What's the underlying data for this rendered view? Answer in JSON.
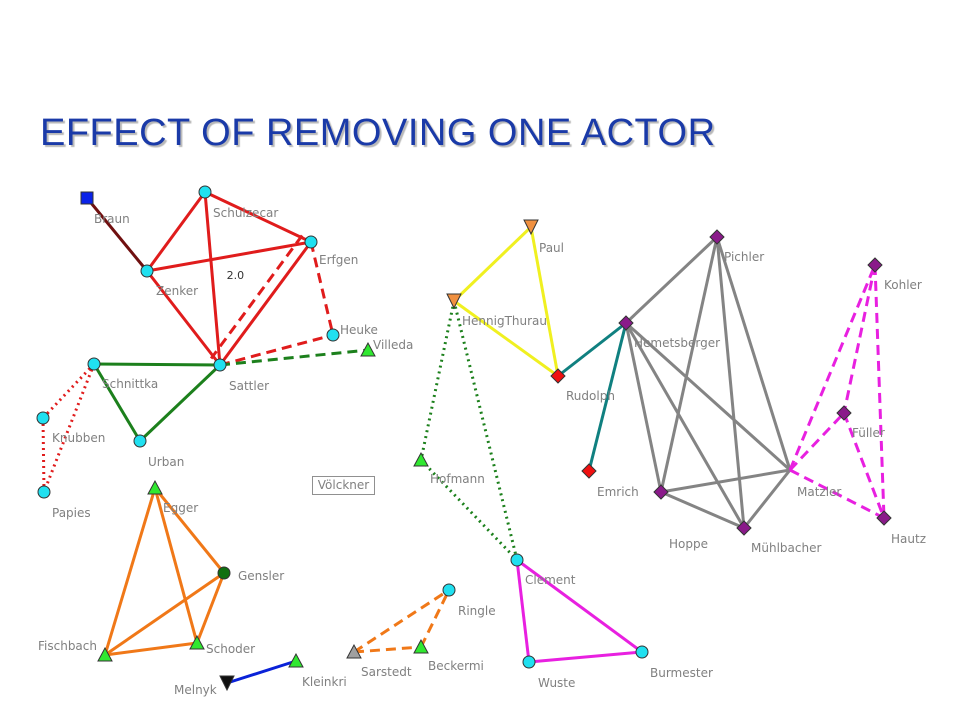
{
  "title": "EFFECT OF REMOVING ONE ACTOR",
  "isolate": "Völckner",
  "colors": {
    "title": "#1a3aa8",
    "red": "#e01c1c",
    "green": "#1c801c",
    "orange": "#f07818",
    "yellow": "#f0f020",
    "teal": "#108080",
    "gray": "#848484",
    "magenta": "#e820e0",
    "blue": "#0a22d8",
    "darkred": "#701010",
    "node_cyan": "#20e0f0",
    "node_green": "#30e830",
    "node_purple": "#8a1a8a",
    "node_red": "#f01010",
    "node_orange": "#f09040",
    "node_blue": "#0a22e8",
    "node_darkgreen": "#107010",
    "node_gray": "#a0a0a0",
    "node_black": "#101010"
  },
  "nodes": [
    {
      "id": "Braun",
      "label": "Braun",
      "shape": "square",
      "color": "node_blue"
    },
    {
      "id": "Schulzecar",
      "label": "Schulzecar",
      "shape": "circle",
      "color": "node_cyan"
    },
    {
      "id": "Erfgen",
      "label": "Erfgen",
      "shape": "circle",
      "color": "node_cyan"
    },
    {
      "id": "Zenker",
      "label": "Zenker",
      "shape": "circle",
      "color": "node_cyan"
    },
    {
      "id": "Heuke",
      "label": "Heuke",
      "shape": "circle",
      "color": "node_cyan"
    },
    {
      "id": "Villeda",
      "label": "Villeda",
      "shape": "triangle",
      "color": "node_green"
    },
    {
      "id": "Schnittka",
      "label": "Schnittka",
      "shape": "circle",
      "color": "node_cyan"
    },
    {
      "id": "Sattler",
      "label": "Sattler",
      "shape": "circle",
      "color": "node_cyan"
    },
    {
      "id": "Knubben",
      "label": "Knubben",
      "shape": "circle",
      "color": "node_cyan"
    },
    {
      "id": "Urban",
      "label": "Urban",
      "shape": "circle",
      "color": "node_cyan"
    },
    {
      "id": "Papies",
      "label": "Papies",
      "shape": "circle",
      "color": "node_cyan"
    },
    {
      "id": "Egger",
      "label": "Egger",
      "shape": "triangle",
      "color": "node_green"
    },
    {
      "id": "Gensler",
      "label": "Gensler",
      "shape": "circle",
      "color": "node_darkgreen"
    },
    {
      "id": "Fischbach",
      "label": "Fischbach",
      "shape": "triangle",
      "color": "node_green"
    },
    {
      "id": "Schoder",
      "label": "Schoder",
      "shape": "triangle",
      "color": "node_green"
    },
    {
      "id": "Melnyk",
      "label": "Melnyk",
      "shape": "triangle-down",
      "color": "node_black"
    },
    {
      "id": "Kleinkri",
      "label": "Kleinkri",
      "shape": "triangle",
      "color": "node_green"
    },
    {
      "id": "Paul",
      "label": "Paul",
      "shape": "triangle-down",
      "color": "node_orange"
    },
    {
      "id": "HennigThurau",
      "label": "HennigThurau",
      "shape": "triangle-down",
      "color": "node_orange"
    },
    {
      "id": "Rudolph",
      "label": "Rudolph",
      "shape": "diamond",
      "color": "node_red"
    },
    {
      "id": "Emrich",
      "label": "Emrich",
      "shape": "diamond",
      "color": "node_red"
    },
    {
      "id": "Hofmann",
      "label": "Hofmann",
      "shape": "triangle",
      "color": "node_green"
    },
    {
      "id": "Clement",
      "label": "Clement",
      "shape": "circle",
      "color": "node_cyan"
    },
    {
      "id": "Wuste",
      "label": "Wuste",
      "shape": "circle",
      "color": "node_cyan"
    },
    {
      "id": "Burmester",
      "label": "Burmester",
      "shape": "circle",
      "color": "node_cyan"
    },
    {
      "id": "Ringle",
      "label": "Ringle",
      "shape": "circle",
      "color": "node_cyan"
    },
    {
      "id": "Beckermi",
      "label": "Beckermi",
      "shape": "triangle",
      "color": "node_green"
    },
    {
      "id": "Sarstedt",
      "label": "Sarstedt",
      "shape": "triangle",
      "color": "node_gray"
    },
    {
      "id": "Pichler",
      "label": "Pichler",
      "shape": "diamond",
      "color": "node_purple"
    },
    {
      "id": "Hemetsberger",
      "label": "Hemetsberger",
      "shape": "diamond",
      "color": "node_purple"
    },
    {
      "id": "Hoppe",
      "label": "Hoppe",
      "shape": "diamond",
      "color": "node_purple"
    },
    {
      "id": "Muehlbacher",
      "label": "Mühlbacher",
      "shape": "diamond",
      "color": "node_purple"
    },
    {
      "id": "Matzler",
      "label": "Matzler",
      "shape": "none",
      "color": "node_purple"
    },
    {
      "id": "Kohler",
      "label": "Kohler",
      "shape": "diamond",
      "color": "node_purple"
    },
    {
      "id": "Fueller",
      "label": "Füller",
      "shape": "diamond",
      "color": "node_purple"
    },
    {
      "id": "Hautz",
      "label": "Hautz",
      "shape": "diamond",
      "color": "node_purple"
    }
  ],
  "edges": [
    {
      "from": "Braun",
      "to": "Zenker",
      "color": "darkred",
      "style": "solid"
    },
    {
      "from": "Zenker",
      "to": "Schulzecar",
      "color": "red",
      "style": "solid"
    },
    {
      "from": "Zenker",
      "to": "Erfgen",
      "color": "red",
      "style": "solid"
    },
    {
      "from": "Zenker",
      "to": "Sattler",
      "color": "red",
      "style": "solid"
    },
    {
      "from": "Schulzecar",
      "to": "Erfgen",
      "color": "red",
      "style": "solid"
    },
    {
      "from": "Schulzecar",
      "to": "Sattler",
      "color": "red",
      "style": "solid"
    },
    {
      "from": "Erfgen",
      "to": "Sattler",
      "color": "red",
      "style": "solid"
    },
    {
      "from": "Erfgen",
      "to": "Sattler",
      "color": "red",
      "style": "dashed",
      "offset": 11,
      "weight_label": "2.0"
    },
    {
      "from": "Erfgen",
      "to": "Heuke",
      "color": "red",
      "style": "dashed"
    },
    {
      "from": "Sattler",
      "to": "Heuke",
      "color": "red",
      "style": "dashed"
    },
    {
      "from": "Sattler",
      "to": "Villeda",
      "color": "green",
      "style": "dashed"
    },
    {
      "from": "Schnittka",
      "to": "Sattler",
      "color": "green",
      "style": "solid"
    },
    {
      "from": "Schnittka",
      "to": "Urban",
      "color": "green",
      "style": "solid"
    },
    {
      "from": "Urban",
      "to": "Sattler",
      "color": "green",
      "style": "solid"
    },
    {
      "from": "Schnittka",
      "to": "Knubben",
      "color": "red",
      "style": "dotted"
    },
    {
      "from": "Schnittka",
      "to": "Papies",
      "color": "red",
      "style": "dotted"
    },
    {
      "from": "Knubben",
      "to": "Papies",
      "color": "red",
      "style": "dotted"
    },
    {
      "from": "Egger",
      "to": "Gensler",
      "color": "orange",
      "style": "solid"
    },
    {
      "from": "Egger",
      "to": "Fischbach",
      "color": "orange",
      "style": "solid"
    },
    {
      "from": "Egger",
      "to": "Schoder",
      "color": "orange",
      "style": "solid"
    },
    {
      "from": "Gensler",
      "to": "Fischbach",
      "color": "orange",
      "style": "solid"
    },
    {
      "from": "Gensler",
      "to": "Schoder",
      "color": "orange",
      "style": "solid"
    },
    {
      "from": "Fischbach",
      "to": "Schoder",
      "color": "orange",
      "style": "solid"
    },
    {
      "from": "Melnyk",
      "to": "Kleinkri",
      "color": "blue",
      "style": "solid"
    },
    {
      "from": "HennigThurau",
      "to": "Paul",
      "color": "yellow",
      "style": "solid"
    },
    {
      "from": "Paul",
      "to": "Rudolph",
      "color": "yellow",
      "style": "solid"
    },
    {
      "from": "HennigThurau",
      "to": "Rudolph",
      "color": "yellow",
      "style": "solid"
    },
    {
      "from": "Rudolph",
      "to": "Hemetsberger",
      "color": "teal",
      "style": "solid"
    },
    {
      "from": "Hemetsberger",
      "to": "Emrich",
      "color": "teal",
      "style": "solid"
    },
    {
      "from": "HennigThurau",
      "to": "Hofmann",
      "color": "green",
      "style": "dotted"
    },
    {
      "from": "HennigThurau",
      "to": "Clement",
      "color": "green",
      "style": "dotted"
    },
    {
      "from": "Hofmann",
      "to": "Clement",
      "color": "green",
      "style": "dotted"
    },
    {
      "from": "Clement",
      "to": "Wuste",
      "color": "magenta",
      "style": "solid"
    },
    {
      "from": "Clement",
      "to": "Burmester",
      "color": "magenta",
      "style": "solid"
    },
    {
      "from": "Wuste",
      "to": "Burmester",
      "color": "magenta",
      "style": "solid"
    },
    {
      "from": "Sarstedt",
      "to": "Ringle",
      "color": "orange",
      "style": "dashed"
    },
    {
      "from": "Sarstedt",
      "to": "Beckermi",
      "color": "orange",
      "style": "dashed"
    },
    {
      "from": "Beckermi",
      "to": "Ringle",
      "color": "orange",
      "style": "dashed"
    },
    {
      "from": "Hemetsberger",
      "to": "Pichler",
      "color": "gray",
      "style": "solid"
    },
    {
      "from": "Hemetsberger",
      "to": "Hoppe",
      "color": "gray",
      "style": "solid"
    },
    {
      "from": "Hemetsberger",
      "to": "Muehlbacher",
      "color": "gray",
      "style": "solid"
    },
    {
      "from": "Hemetsberger",
      "to": "Matzler",
      "color": "gray",
      "style": "solid"
    },
    {
      "from": "Pichler",
      "to": "Hoppe",
      "color": "gray",
      "style": "solid"
    },
    {
      "from": "Pichler",
      "to": "Muehlbacher",
      "color": "gray",
      "style": "solid"
    },
    {
      "from": "Pichler",
      "to": "Matzler",
      "color": "gray",
      "style": "solid"
    },
    {
      "from": "Hoppe",
      "to": "Muehlbacher",
      "color": "gray",
      "style": "solid"
    },
    {
      "from": "Hoppe",
      "to": "Matzler",
      "color": "gray",
      "style": "solid"
    },
    {
      "from": "Muehlbacher",
      "to": "Matzler",
      "color": "gray",
      "style": "solid"
    },
    {
      "from": "Matzler",
      "to": "Kohler",
      "color": "magenta",
      "style": "dashed"
    },
    {
      "from": "Matzler",
      "to": "Fueller",
      "color": "magenta",
      "style": "dashed"
    },
    {
      "from": "Matzler",
      "to": "Hautz",
      "color": "magenta",
      "style": "dashed"
    },
    {
      "from": "Kohler",
      "to": "Fueller",
      "color": "magenta",
      "style": "dashed"
    },
    {
      "from": "Kohler",
      "to": "Hautz",
      "color": "magenta",
      "style": "dashed"
    },
    {
      "from": "Fueller",
      "to": "Hautz",
      "color": "magenta",
      "style": "dashed"
    }
  ]
}
